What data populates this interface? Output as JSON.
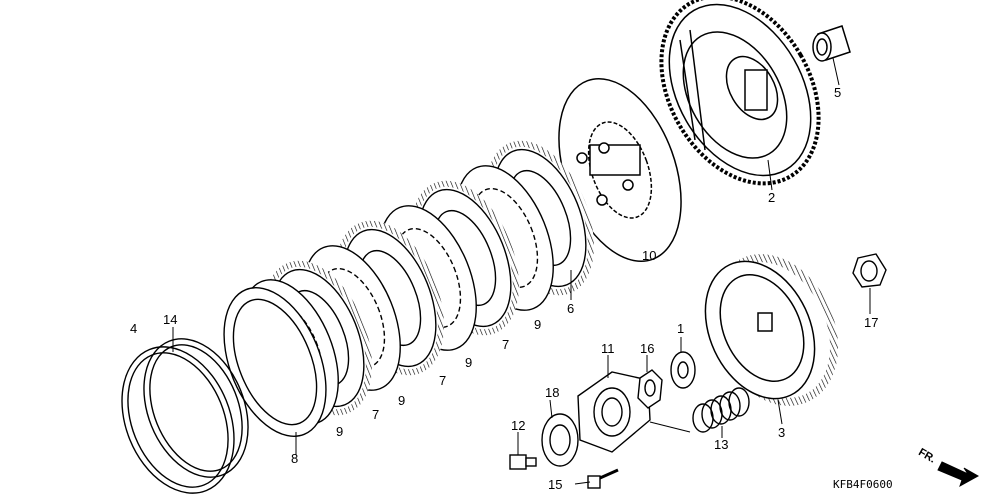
{
  "callouts": {
    "c1": "1",
    "c2": "2",
    "c3": "3",
    "c4": "4",
    "c5": "5",
    "c6": "6",
    "c7a": "7",
    "c7b": "7",
    "c7c": "7",
    "c8": "8",
    "c9a": "9",
    "c9b": "9",
    "c9c": "9",
    "c9d": "9",
    "c10": "10",
    "c11": "11",
    "c12": "12",
    "c13": "13",
    "c14": "14",
    "c15": "15",
    "c16": "16",
    "c17": "17",
    "c18": "18"
  },
  "diagram_code": "KFB4F0600",
  "direction_label": "FR.",
  "line_color": "#000000"
}
